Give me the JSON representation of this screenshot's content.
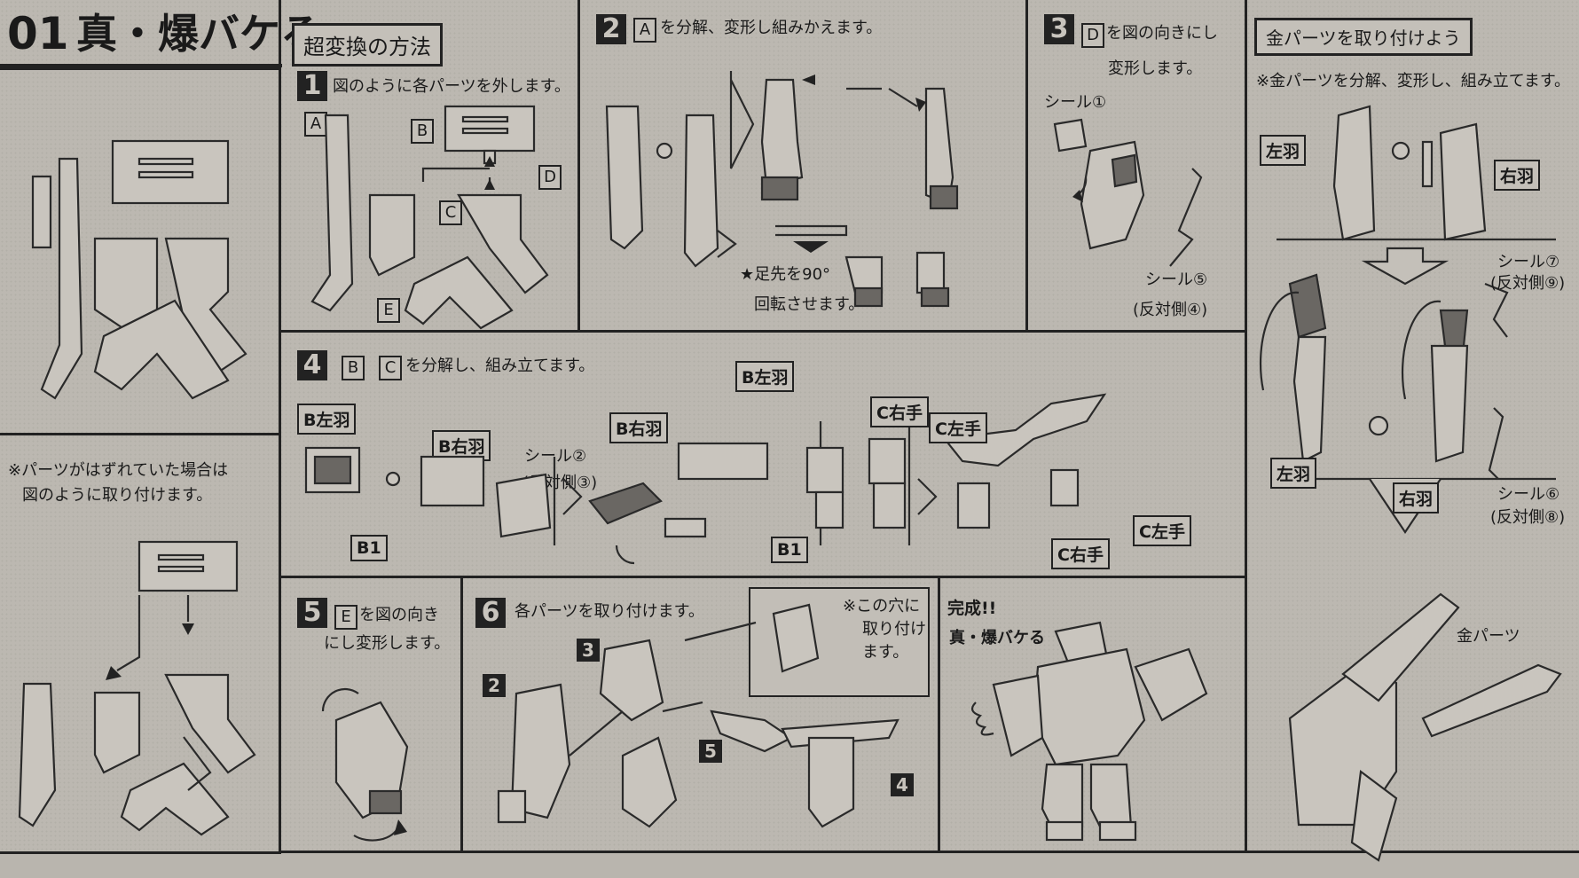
{
  "header": {
    "number": "01",
    "title": "真・爆バケる"
  },
  "left": {
    "note": [
      "※パーツがはずれていた場合は",
      "図のように取り付けます。"
    ]
  },
  "method_title": "超変換の方法",
  "steps": {
    "s1": {
      "num": "1",
      "text": "図のように各パーツを外します。",
      "parts": [
        "A",
        "B",
        "C",
        "D",
        "E"
      ]
    },
    "s2": {
      "num": "2",
      "letter": "A",
      "text": "を分解、変形し組みかえます。",
      "star_note": [
        "★足先を90°",
        "回転させます。"
      ]
    },
    "s3": {
      "num": "3",
      "letter": "D",
      "text": [
        "を図の向きにし",
        "変形します。"
      ],
      "seal1": "シール①",
      "seal5": "シール⑤",
      "seal5_sub": "(反対側④)"
    },
    "s4": {
      "num": "4",
      "letters": [
        "B",
        "C"
      ],
      "text": "を分解し、組み立てます。",
      "labels": {
        "b_left": "B左羽",
        "b_right": "B右羽",
        "b1": "B1",
        "c_right": "C右手",
        "c_left": "C左手"
      },
      "seal2": "シール②",
      "seal2_sub": "(反対側③)"
    },
    "s5": {
      "num": "5",
      "letter": "E",
      "text": [
        "を図の向き",
        "にし変形します。"
      ]
    },
    "s6": {
      "num": "6",
      "text": "各パーツを取り付けます。",
      "hole_note": [
        "※この穴に",
        "取り付け",
        "ます。"
      ],
      "part_nums": [
        "2",
        "3",
        "5",
        "4"
      ]
    },
    "complete": {
      "title": "完成!!",
      "name": "真・爆バケる"
    }
  },
  "gold": {
    "title": "金パーツを取り付けよう",
    "text": "※金パーツを分解、変形し、組み立てます。",
    "left_wing": "左羽",
    "right_wing": "右羽",
    "seal7": "シール⑦",
    "seal7_sub": "(反対側⑨)",
    "seal6": "シール⑥",
    "seal6_sub": "(反対側⑧)",
    "gold_part": "金パーツ"
  }
}
